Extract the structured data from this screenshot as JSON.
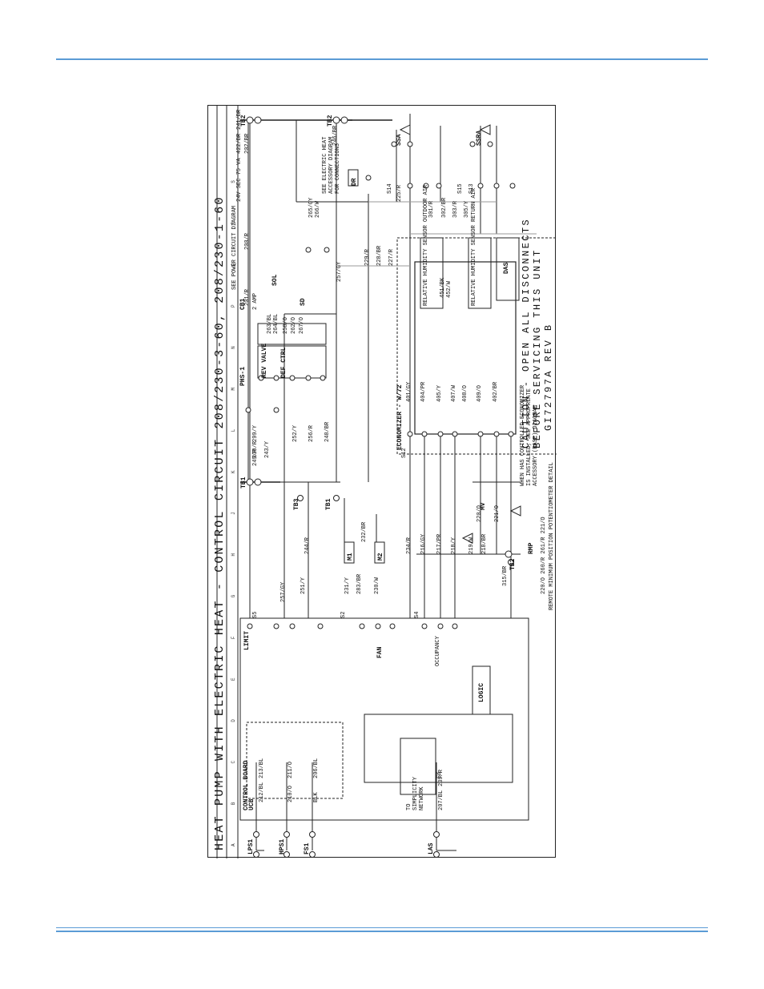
{
  "title": "HEAT PUMP WITH ELECTRIC HEAT - CONTROL CIRCUIT 208/230-3-60, 208/230-1-60",
  "caution": [
    "CAUTION - OPEN ALL DISCONNECTS",
    "BEFORE SERVICING THIS UNIT"
  ],
  "drawing_number": "GI72797A    REV B",
  "grid_columns": [
    "A",
    "B",
    "C",
    "D",
    "E",
    "F",
    "G",
    "H",
    "J",
    "K",
    "L",
    "M",
    "N",
    "P",
    "Q",
    "R",
    "S"
  ],
  "blocks": {
    "control_board": "CONTROL BOARD",
    "ucb": "UCB",
    "economizer": "ECONOMIZER - W/72",
    "rh_outdoor": "RELATIVE HUMIDITY SENSOR OUTDOOR AIR",
    "rh_return": "RELATIVE HUMIDITY SENSOR RETURN AIR",
    "das": "DAS",
    "logic": "LOGIC",
    "occupancy": "OCCUPANCY",
    "fan": "FAN",
    "limit": "LIMIT",
    "rev_valve": "REV VALVE",
    "def_ctrl": "DEF CTRL"
  },
  "terminals": {
    "tb1": "TB1",
    "tb2": "TB2",
    "tb3": "TB3",
    "s5": "S5",
    "s2": "S2",
    "s4": "S4",
    "s6": "S6",
    "s12": "S12",
    "s13": "S13",
    "s14": "S14",
    "s15": "S15"
  },
  "components": {
    "lps1": "LPS1",
    "hps1": "HPS1",
    "fs1": "FS1",
    "las": "LAS",
    "m1": "M1",
    "m2": "M2",
    "mv": "MV",
    "rmp": "RMP",
    "cb1": "CB1",
    "cb1_rating": "2 AMP",
    "sol": "SOL",
    "dr": "DR",
    "phs1": "PHS-1",
    "transformer": "24V SEC 75 VA",
    "sd": "SD",
    "ssa": "SSA",
    "ssra": "SSRA"
  },
  "wires": [
    "249/R",
    "299/Y",
    "257/GY",
    "251/Y",
    "244/R",
    "231/Y",
    "283/BR",
    "230/W",
    "234/R",
    "216/GY",
    "217/PR",
    "218/Y",
    "219/W",
    "218/BR",
    "315/BR",
    "212/BL",
    "213/BL",
    "210/O",
    "211/O",
    "BLK",
    "206/BL",
    "207/BL",
    "239/R",
    "230/R",
    "243/Y",
    "252/Y",
    "256/R",
    "248/BR",
    "201/R",
    "200/R",
    "202/BR",
    "422/BR",
    "241/BR",
    "265/GY",
    "266/W",
    "257/GY",
    "229/R",
    "228/BR",
    "227/R",
    "225/R",
    "246/BR",
    "401/GY",
    "404/PR",
    "405/Y",
    "407/W",
    "408/O",
    "409/O",
    "402/BR",
    "220/O",
    "221/O",
    "232/BR",
    "301/R",
    "302/BR",
    "303/R",
    "305/Y",
    "263/BL",
    "264/BL",
    "258/O",
    "262/O",
    "267/O",
    "451/BK",
    "452/W"
  ],
  "notes": {
    "see_power": "SEE POWER CIRCUIT DIAGRAM",
    "see_elec_heat": [
      "SEE ELECTRIC HEAT",
      "ACCESSORY DIAGRAM",
      "FOR CONNECTIONS"
    ],
    "economizer_note": [
      "WHEN HAS CONTROLLED ECONOMIZER",
      "IS INSTALLED, SEE APPROPRIATE",
      "ACCESSORY (BASE) DIAGRAM"
    ],
    "rmp_note": "REMOTE MINIMUM POSITION POTENTIOMETER DETAIL",
    "rmp_wires": "220/O  260/R  261/R  221/O",
    "network": [
      "TO",
      "SIMPLICITY",
      "NETWORK"
    ]
  }
}
